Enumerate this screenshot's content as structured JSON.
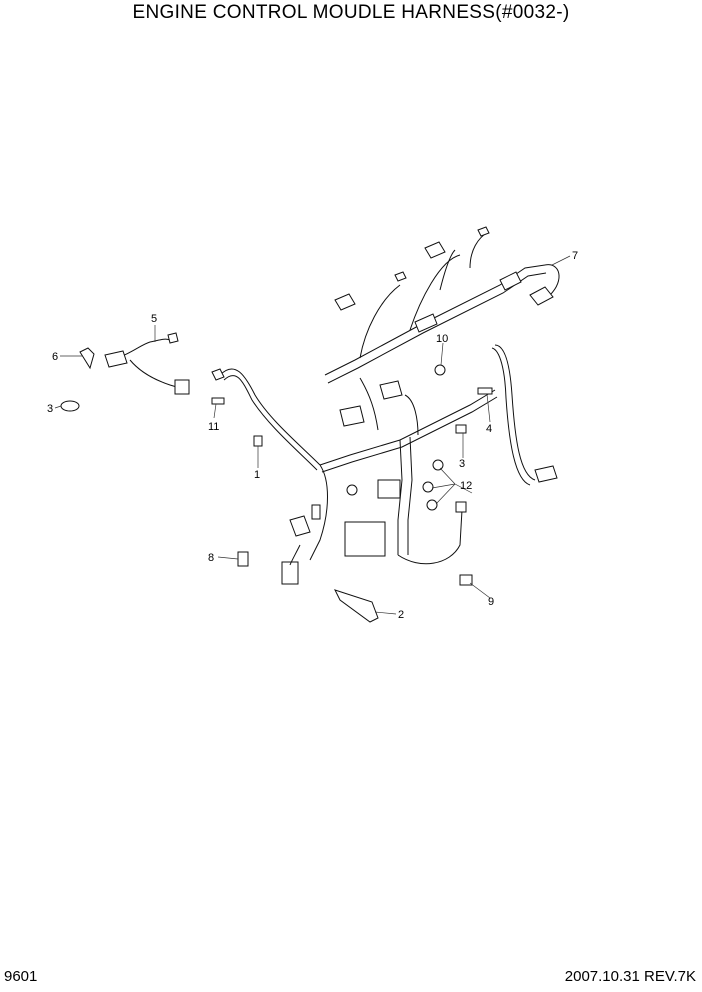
{
  "title": "ENGINE CONTROL MOUDLE HARNESS(#0032-)",
  "footer": {
    "page_code": "9601",
    "date_rev": "2007.10.31  REV.7K"
  },
  "callouts": [
    "1",
    "2",
    "3",
    "3",
    "4",
    "5",
    "6",
    "7",
    "8",
    "9",
    "10",
    "11",
    "12"
  ]
}
